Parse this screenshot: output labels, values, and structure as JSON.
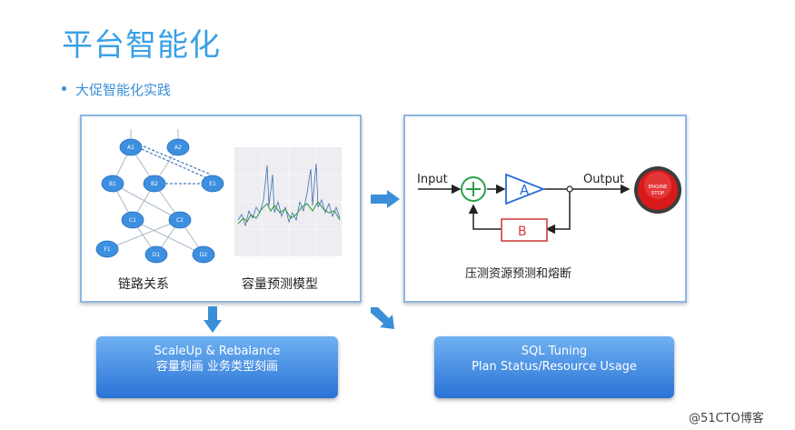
{
  "header": {
    "title": "平台智能化",
    "bullet": "大促智能化实践"
  },
  "left_panel": {
    "caption_left": "链路关系",
    "caption_right": "容量预测模型",
    "nodes": [
      "A1",
      "A2",
      "B1",
      "B2",
      "E1",
      "C1",
      "C2",
      "F1",
      "D1",
      "D2"
    ]
  },
  "right_panel": {
    "input_label": "Input",
    "output_label": "Output",
    "block_a": "A",
    "block_b": "B",
    "stop_button": {
      "line1": "ENGINE",
      "line2": "STOP"
    },
    "caption": "压测资源预测和熔断"
  },
  "bottom_left_box": {
    "line1": "ScaleUp & Rebalance",
    "line2": "容量刻画 业务类型刻画"
  },
  "bottom_right_box": {
    "line1": "SQL Tuning",
    "line2": "Plan Status/Resource Usage"
  },
  "watermark": "@51CTO博客",
  "colors": {
    "title": "#3aa0e6",
    "node": "#3d8fe0",
    "arrow": "#3a8fd8",
    "box_top": "#6fb1f2",
    "box_bottom": "#2a73d6",
    "block_a": "#2a6fd6",
    "block_b": "#d04040",
    "sum": "#2aa04a",
    "stop": "#d81a1a"
  }
}
